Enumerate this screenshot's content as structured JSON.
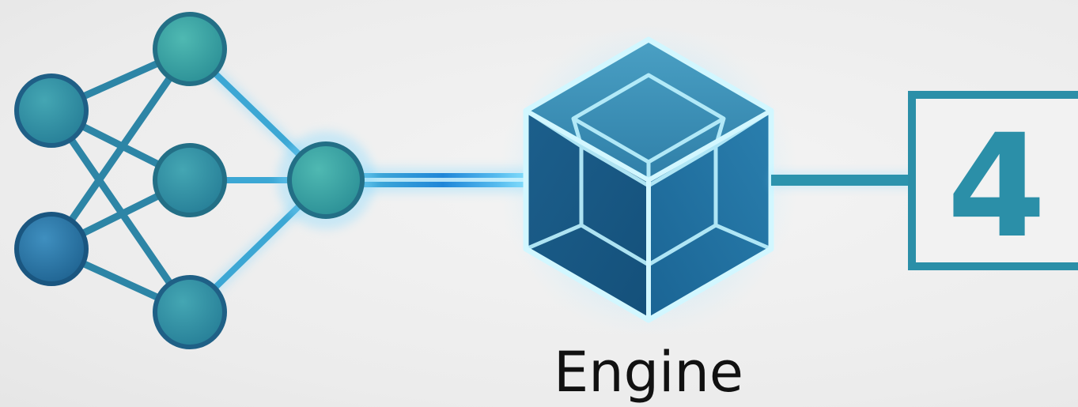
{
  "engine": {
    "label": "Engine"
  },
  "output": {
    "value": "4"
  },
  "network": {
    "layers": [
      2,
      3,
      1
    ]
  },
  "colors": {
    "background": "#eeeeee",
    "node_dark": "#2a78a3",
    "node_light": "#3aa8a3",
    "edge": "#2e86a8",
    "glow": "#5fd0ff",
    "cube_face": "#1f6f9c",
    "cube_edge": "#bff3ff",
    "output_box": "#2b8fa8"
  }
}
